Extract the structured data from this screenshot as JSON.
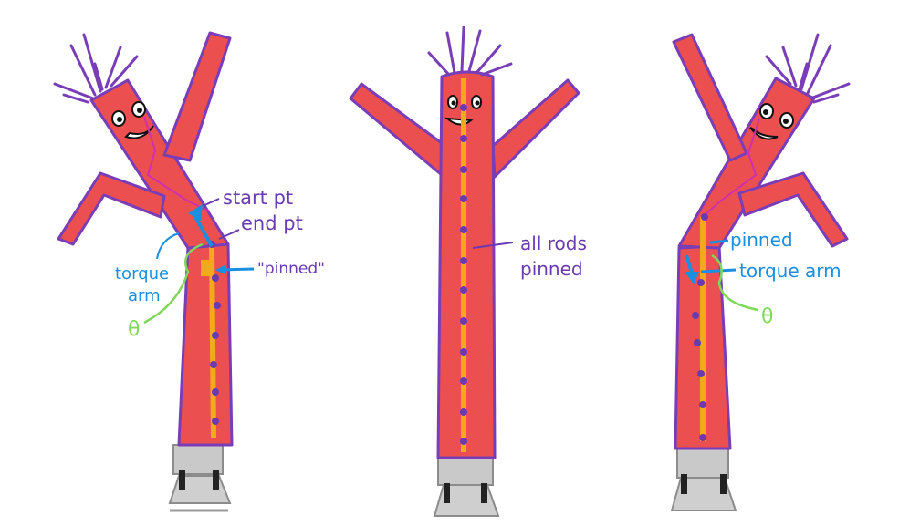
{
  "colors": {
    "body": "#ec4f4f",
    "body_light": "#f59a98",
    "outline": "#7a3db8",
    "spine": "#f2a91c",
    "rod_dot": "#6a3ab0",
    "hair": "#7a3db8",
    "face_line": "#cf2fb0",
    "blue": "#1a8fe0",
    "green": "#7fd85a",
    "base": "#c9c9c9",
    "base_dark": "#222222"
  },
  "figures": [
    {
      "id": "left",
      "labels": {
        "start_pt": "start pt",
        "end_pt": "end pt",
        "pinned": "\"pinned\"",
        "torque_arm_line1": "torque",
        "torque_arm_line2": "arm",
        "theta": "θ"
      }
    },
    {
      "id": "center",
      "labels": {
        "all_rods_line1": "all rods",
        "all_rods_line2": "pinned"
      }
    },
    {
      "id": "right",
      "labels": {
        "pinned": "pinned",
        "torque_arm": "torque arm",
        "theta": "θ"
      }
    }
  ]
}
